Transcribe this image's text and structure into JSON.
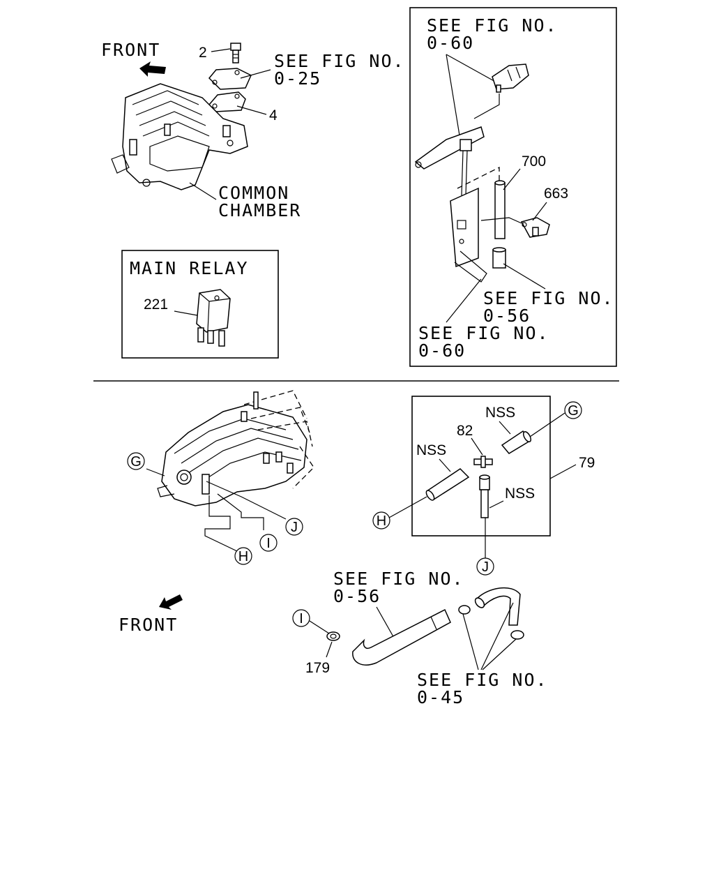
{
  "top_section": {
    "front_label": "FRONT",
    "part_2": "2",
    "see_fig_0_25_line1": "SEE FIG NO.",
    "see_fig_0_25_line2": "0-25",
    "part_4": "4",
    "common_chamber_line1": "COMMON",
    "common_chamber_line2": "CHAMBER",
    "main_relay_title": "MAIN RELAY",
    "part_221": "221"
  },
  "right_box": {
    "see_fig_top_line1": "SEE FIG NO.",
    "see_fig_top_line2": "0-60",
    "part_700": "700",
    "part_663": "663",
    "see_fig_056_line1": "SEE FIG NO.",
    "see_fig_056_line2": "0-56",
    "see_fig_bottom_line1": "SEE FIG NO.",
    "see_fig_bottom_line2": "0-60"
  },
  "bottom_section": {
    "callout_g": "G",
    "callout_h": "H",
    "callout_i": "I",
    "callout_j": "J",
    "nss_1": "NSS",
    "nss_2": "NSS",
    "nss_3": "NSS",
    "part_82": "82",
    "part_79": "79",
    "see_fig_056_line1": "SEE FIG NO.",
    "see_fig_056_line2": "0-56",
    "part_179": "179",
    "see_fig_045_line1": "SEE FIG NO.",
    "see_fig_045_line2": "0-45",
    "front_label": "FRONT"
  }
}
